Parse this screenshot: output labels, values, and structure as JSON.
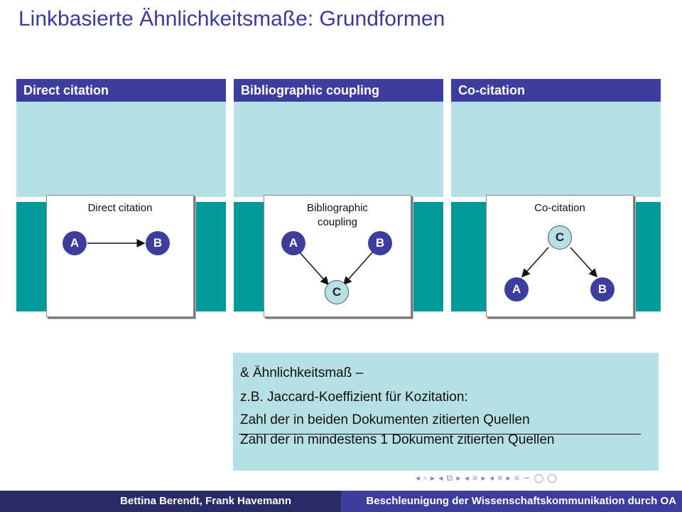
{
  "title": "Linkbasierte Ähnlichkeitsmaße: Grundformen",
  "columns": [
    {
      "header": "Direct citation",
      "card_label": "Direct citation",
      "nodes": [
        "A",
        "B"
      ]
    },
    {
      "header": "Bibliographic coupling",
      "card_label": "Bibliographic coupling",
      "nodes": [
        "A",
        "B",
        "C"
      ]
    },
    {
      "header": "Co-citation",
      "card_label": "Co-citation",
      "nodes": [
        "C",
        "A",
        "B"
      ]
    }
  ],
  "textbox": {
    "line1": "& Ähnlichkeitsmaß –",
    "line2": "z.B. Jaccard-Koeffizient für Kozitation:",
    "numerator": "Zahl der in beiden Dokumenten zitierten Quellen",
    "denominator": "Zahl der in mindestens 1 Dokument zitierten Quellen"
  },
  "navigation": "◂ ▫ ▸ ◂ ⧉ ▸ ◂ ≡ ▸ ◂ ≡ ▸ ≡ ∽ ◯ ◯",
  "footer": {
    "authors": "Bettina Berendt, Frank Havemann",
    "talk_title": "Beschleunigung der Wissenschaftskommunikation durch OA"
  },
  "colors": {
    "title": "#3a3a9a",
    "header": "#3d3d9e",
    "light_panel": "#b6e0e4",
    "teal_panel": "#009999"
  }
}
